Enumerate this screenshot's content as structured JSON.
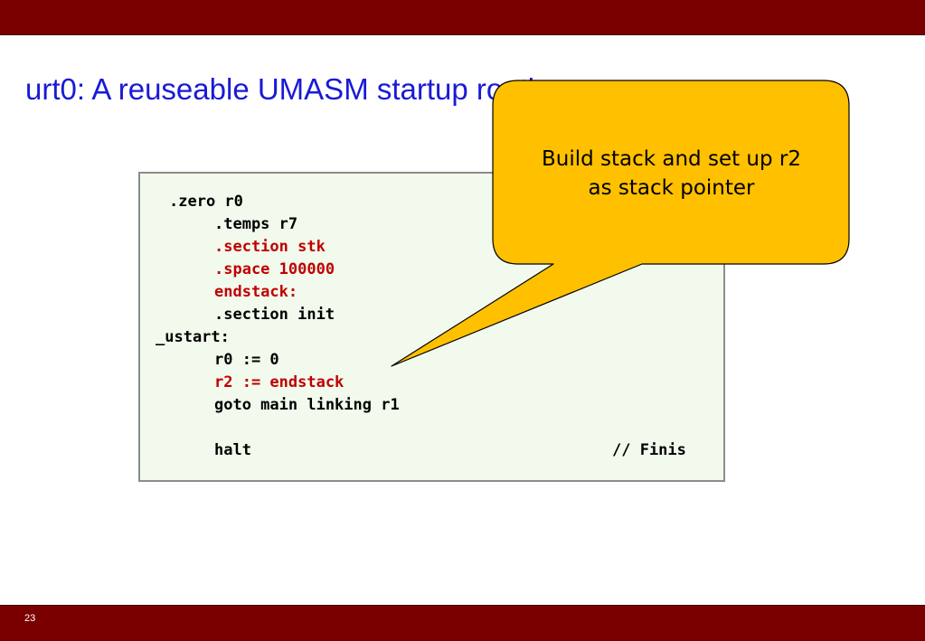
{
  "slide": {
    "title": "urt0: A reuseable UMASM startup routine",
    "number": "23"
  },
  "code": {
    "lines": [
      {
        "text": ".zero r0",
        "highlight": false
      },
      {
        "text": ".temps r7",
        "highlight": false
      },
      {
        "text": ".section stk",
        "highlight": true
      },
      {
        "text": ".space 100000",
        "highlight": true
      },
      {
        "text": "endstack:",
        "highlight": true
      },
      {
        "text": ".section init",
        "highlight": false
      },
      {
        "text": "_ustart:",
        "highlight": false
      },
      {
        "text": "r0 := 0",
        "highlight": false
      },
      {
        "text": "r2 := endstack",
        "highlight": true
      },
      {
        "text": "goto main linking r1",
        "highlight": false
      },
      {
        "text": "halt",
        "highlight": false
      }
    ],
    "comment": "// Finis"
  },
  "callout": {
    "text_line1": "Build stack and set up r2",
    "text_line2": "as stack pointer"
  },
  "colors": {
    "bar": "#7a0000",
    "title": "#1a1ad6",
    "code_highlight": "#c00000",
    "code_background": "#f1faec",
    "callout_fill": "#ffc000"
  }
}
